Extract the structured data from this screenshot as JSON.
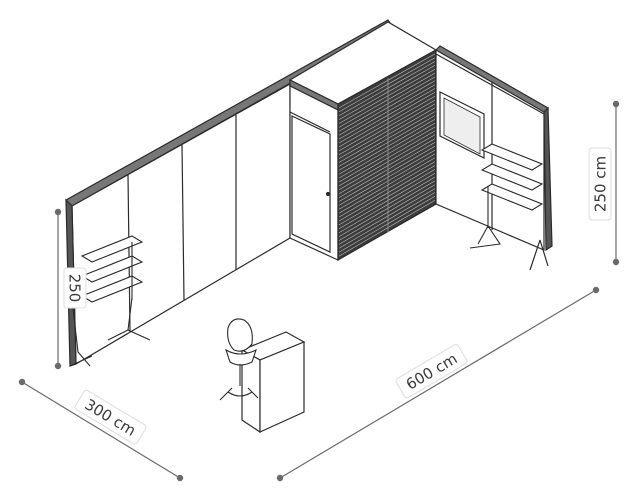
{
  "dimensions": {
    "depth_label": "300 cm",
    "width_label": "600 cm",
    "height_right_label": "250 cm",
    "height_left_label": "250"
  },
  "colors": {
    "line": "#2b2b2b",
    "dimension_line": "#6a6a6a",
    "label_text": "#3a3a3a",
    "label_bg": "#ffffff",
    "wall_fill": "#ffffff",
    "slat": "#3c3c3c"
  }
}
